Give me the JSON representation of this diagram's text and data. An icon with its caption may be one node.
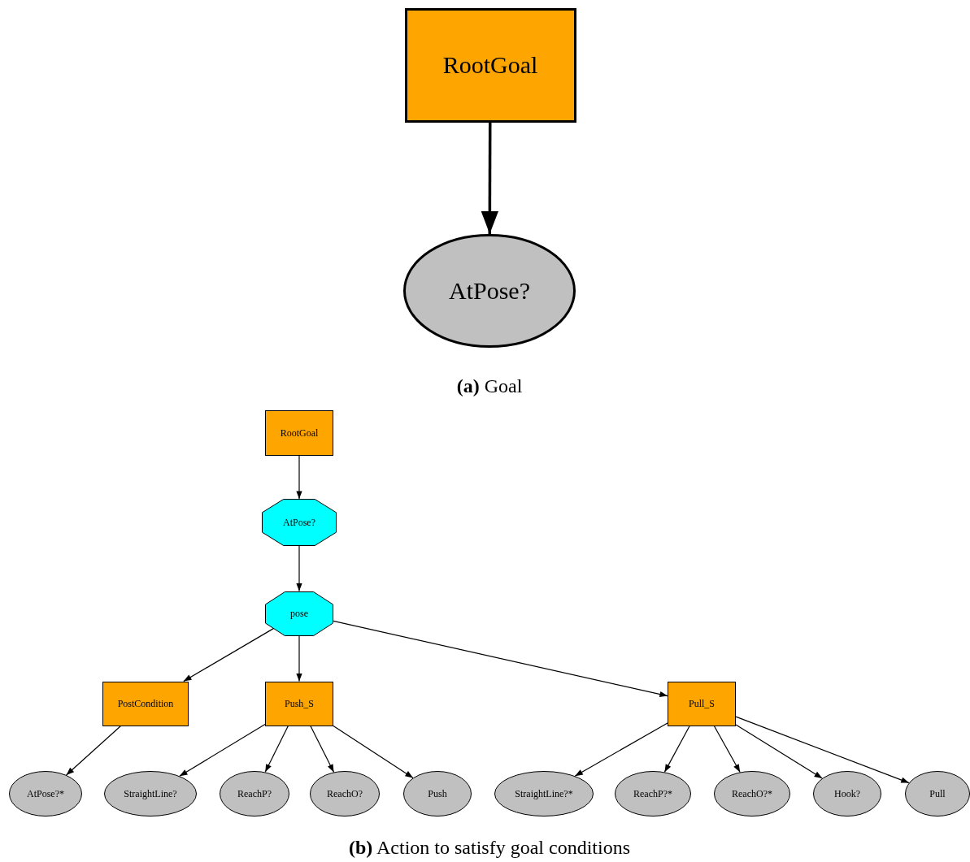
{
  "diagram": {
    "nodes": [
      {
        "text": [
          "RootGoal"
        ]
      },
      {
        "text": [
          "AtPose?"
        ]
      },
      {
        "text": [
          "RootGoal"
        ]
      },
      {
        "text": [
          "AtPose?"
        ]
      },
      {
        "text": [
          "pose"
        ]
      },
      {
        "text": [
          "PostCondition"
        ]
      },
      {
        "text": [
          "Push_S"
        ]
      },
      {
        "text": [
          "Pull_S"
        ]
      },
      {
        "text": [
          "AtPose?*"
        ]
      },
      {
        "text": [
          "StraightLine?"
        ]
      },
      {
        "text": [
          "ReachP?"
        ]
      },
      {
        "text": [
          "ReachO?"
        ]
      },
      {
        "text": [
          "Push"
        ]
      },
      {
        "text": [
          "StraightLine?*"
        ]
      },
      {
        "text": [
          "ReachP?*"
        ]
      },
      {
        "text": [
          "ReachO?*"
        ]
      },
      {
        "text": [
          "Hook?"
        ]
      },
      {
        "text": [
          "Pull"
        ]
      }
    ],
    "edges": [
      {
        "from": 0,
        "to": 1,
        "arrow": "to",
        "style": "thick"
      },
      {
        "from": 2,
        "to": 3,
        "arrow": "to"
      },
      {
        "from": 3,
        "to": 4,
        "arrow": "to"
      },
      {
        "from": 4,
        "to": 5,
        "arrow": "to"
      },
      {
        "from": 4,
        "to": 6,
        "arrow": "to"
      },
      {
        "from": 4,
        "to": 7,
        "arrow": "to"
      },
      {
        "from": 5,
        "to": 8,
        "arrow": "to"
      },
      {
        "from": 6,
        "to": 9,
        "arrow": "to"
      },
      {
        "from": 6,
        "to": 10,
        "arrow": "to"
      },
      {
        "from": 6,
        "to": 11,
        "arrow": "to"
      },
      {
        "from": 6,
        "to": 12,
        "arrow": "to"
      },
      {
        "from": 7,
        "to": 13,
        "arrow": "to"
      },
      {
        "from": 7,
        "to": 14,
        "arrow": "to"
      },
      {
        "from": 7,
        "to": 15,
        "arrow": "to"
      },
      {
        "from": 7,
        "to": 16,
        "arrow": "to"
      },
      {
        "from": 7,
        "to": 17,
        "arrow": "to"
      }
    ],
    "labels": [
      "**(a)** Goal",
      "**(b)** Action to satisfy goal conditions"
    ]
  }
}
